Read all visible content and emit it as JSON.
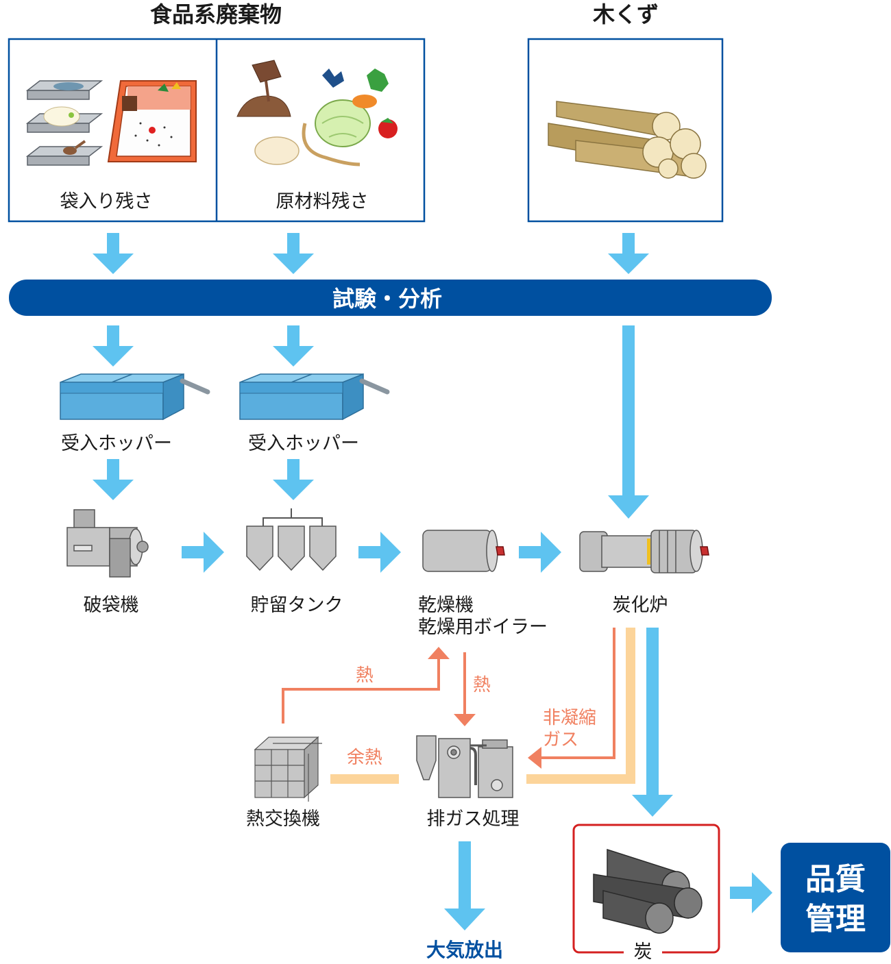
{
  "colors": {
    "flow_blue": "#5ec3f0",
    "navy": "#0050a0",
    "heat_orange": "#f08060",
    "gas_yellow": "#fcd49a",
    "charcoal_box": "#d42020",
    "machine_gray": "#c6c6c6",
    "hopper_blue": "#5aaede"
  },
  "inputs": {
    "food_waste_title": "食品系廃棄物",
    "wood_title": "木くず",
    "bagged_label": "袋入り残さ",
    "raw_label": "原材料残さ"
  },
  "analysis_bar": {
    "label": "試験・分析"
  },
  "equipment": {
    "hopper1": "受入ホッパー",
    "hopper2": "受入ホッパー",
    "bag_breaker": "破袋機",
    "storage_tank": "貯留タンク",
    "dryer_line1": "乾燥機",
    "dryer_line2": "乾燥用ボイラー",
    "carbonizer": "炭化炉",
    "heat_exchanger": "熱交換機",
    "exhaust_treatment": "排ガス処理",
    "atmosphere": "大気放出",
    "charcoal": "炭",
    "quality_line1": "品質",
    "quality_line2": "管理"
  },
  "flow_labels": {
    "heat_left": "熱",
    "heat_down": "熱",
    "waste_heat": "余熱",
    "noncondensable_line1": "非凝縮",
    "noncondensable_line2": "ガス"
  },
  "icons": [
    "bagged-leftovers-icon",
    "raw-material-leftovers-icon",
    "wood-scraps-icon",
    "hopper-icon",
    "bag-breaker-icon",
    "storage-tank-icon",
    "dryer-icon",
    "carbonizer-icon",
    "heat-exchanger-icon",
    "exhaust-treatment-icon",
    "charcoal-icon"
  ]
}
